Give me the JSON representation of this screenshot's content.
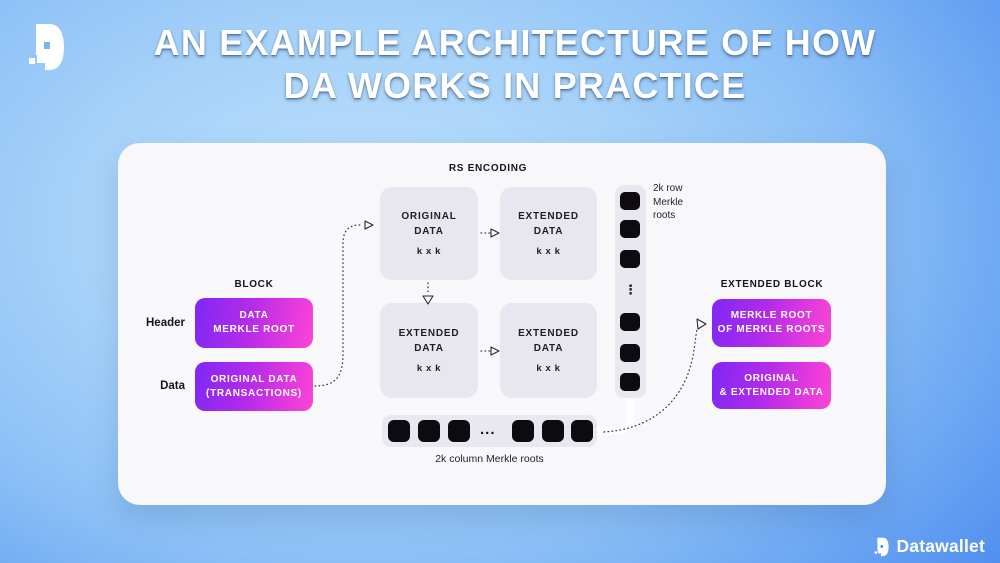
{
  "title": {
    "line1": "AN EXAMPLE ARCHITECTURE OF HOW",
    "line2": "DA WORKS IN PRACTICE"
  },
  "footer": {
    "brand": "Datawallet"
  },
  "diagram": {
    "rs_encoding": "RS ENCODING",
    "block": {
      "label": "BLOCK",
      "header_row_label": "Header",
      "data_row_label": "Data",
      "header_box": "DATA\nMERKLE ROOT",
      "data_box": "ORIGINAL DATA\n(TRANSACTIONS)"
    },
    "grid": {
      "tl": {
        "text": "ORIGINAL\nDATA",
        "dim": "k x k"
      },
      "tr": {
        "text": "EXTENDED\nDATA",
        "dim": "k x k"
      },
      "bl": {
        "text": "EXTENDED\nDATA",
        "dim": "k x k"
      },
      "br": {
        "text": "EXTENDED\nDATA",
        "dim": "k x k"
      }
    },
    "row_roots_note": "2k row\nMerkle\nroots",
    "col_roots_note": "2k column Merkle roots",
    "v_ellipsis": "⋮",
    "h_ellipsis": "...",
    "extended_block": {
      "label": "EXTENDED BLOCK",
      "root_box": "MERKLE ROOT\nOF MERKLE ROOTS",
      "data_box": "ORIGINAL\n& EXTENDED DATA"
    }
  },
  "colors": {
    "background_light": "#bbdffb",
    "background_deep": "#3478ee",
    "card": "#f8f7fa",
    "tile": "#e8e6ef",
    "box_gradient_from": "#7f28f3",
    "box_gradient_to": "#f747d4",
    "merkle_square": "#0d0a10",
    "text_dark": "#17141c",
    "text_light": "#ffffff"
  }
}
